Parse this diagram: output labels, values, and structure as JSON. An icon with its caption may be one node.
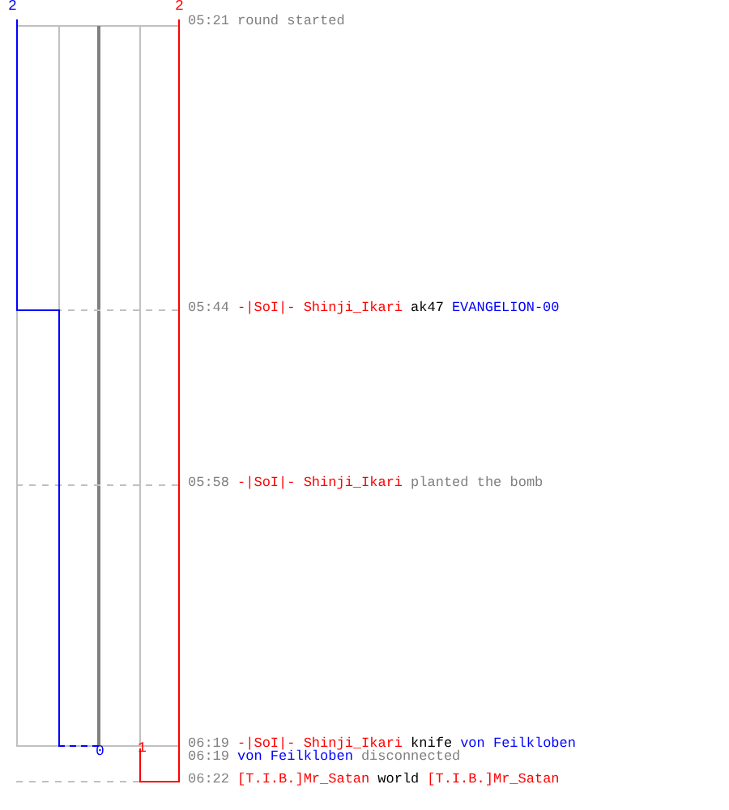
{
  "diagram": {
    "labels": [
      "2",
      "2",
      "05:21",
      "round started",
      "05:44",
      "-|SoI|- Shinji_Ikari",
      "ak47",
      "EVANGELION-00",
      "05:58",
      "-|SoI|- Shinji_Ikari",
      "planted the bomb",
      "06:19",
      "-|SoI|- Shinji_Ikari",
      "knife",
      "von Feilkloben",
      "0",
      "1",
      "06:19",
      "von Feilkloben",
      "disconnected",
      "06:22",
      "[T.I.B.]Mr_Satan",
      "world",
      "[T.I.B.]Mr_Satan"
    ]
  }
}
